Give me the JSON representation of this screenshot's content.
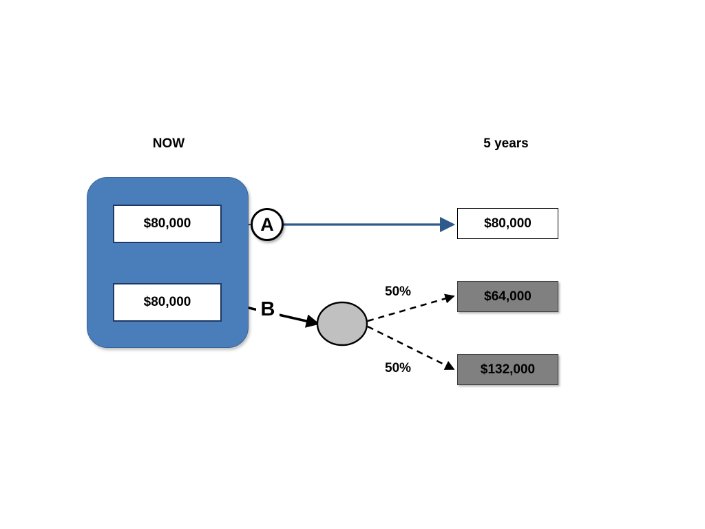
{
  "diagram": {
    "title": "Decision tree: certain $80,000 vs 50/50 gamble over 5 years",
    "background_color": "#FFFFFF"
  },
  "columns": {
    "now_label": "NOW",
    "future_label": "5 years"
  },
  "decision_panel": {
    "fill_color": "#4A7EBB",
    "border_color": "#3A6399",
    "options": [
      {
        "id": "A",
        "value_label": "$80,000"
      },
      {
        "id": "B",
        "value_label": "$80,000"
      }
    ]
  },
  "branch_markers": {
    "a": "A",
    "b": "B"
  },
  "chance_node": {
    "name": "chance-node",
    "fill_color": "#C0C0C0",
    "border_color": "#000000"
  },
  "outcomes": [
    {
      "id": "outcome-a",
      "value_label": "$80,000",
      "fill_color": "#FFFFFF",
      "border_color": "#000000",
      "from_branch": "A",
      "edge_style": "solid",
      "edge_color": "#2E5A8C"
    },
    {
      "id": "outcome-b1",
      "value_label": "$64,000",
      "fill_color": "#808080",
      "border_color": "#3F3F3F",
      "from_branch": "B",
      "edge_style": "dashed",
      "edge_color": "#000000",
      "probability_label": "50%"
    },
    {
      "id": "outcome-b2",
      "value_label": "$132,000",
      "fill_color": "#808080",
      "border_color": "#3F3F3F",
      "from_branch": "B",
      "edge_style": "dashed",
      "edge_color": "#000000",
      "probability_label": "50%"
    }
  ],
  "probabilities": {
    "upper": "50%",
    "lower": "50%"
  },
  "chart_data": {
    "type": "diagram-decision-tree",
    "title": "Decision tree: certain amount vs 50/50 gamble",
    "time_columns": [
      "NOW",
      "5 years"
    ],
    "branches": [
      {
        "label": "A",
        "present_value": 80000,
        "present_value_label": "$80,000",
        "outcomes": [
          {
            "value": 80000,
            "value_label": "$80,000",
            "probability": 1.0,
            "probability_label": ""
          }
        ]
      },
      {
        "label": "B",
        "present_value": 80000,
        "present_value_label": "$80,000",
        "outcomes": [
          {
            "value": 64000,
            "value_label": "$64,000",
            "probability": 0.5,
            "probability_label": "50%"
          },
          {
            "value": 132000,
            "value_label": "$132,000",
            "probability": 0.5,
            "probability_label": "50%"
          }
        ]
      }
    ]
  }
}
